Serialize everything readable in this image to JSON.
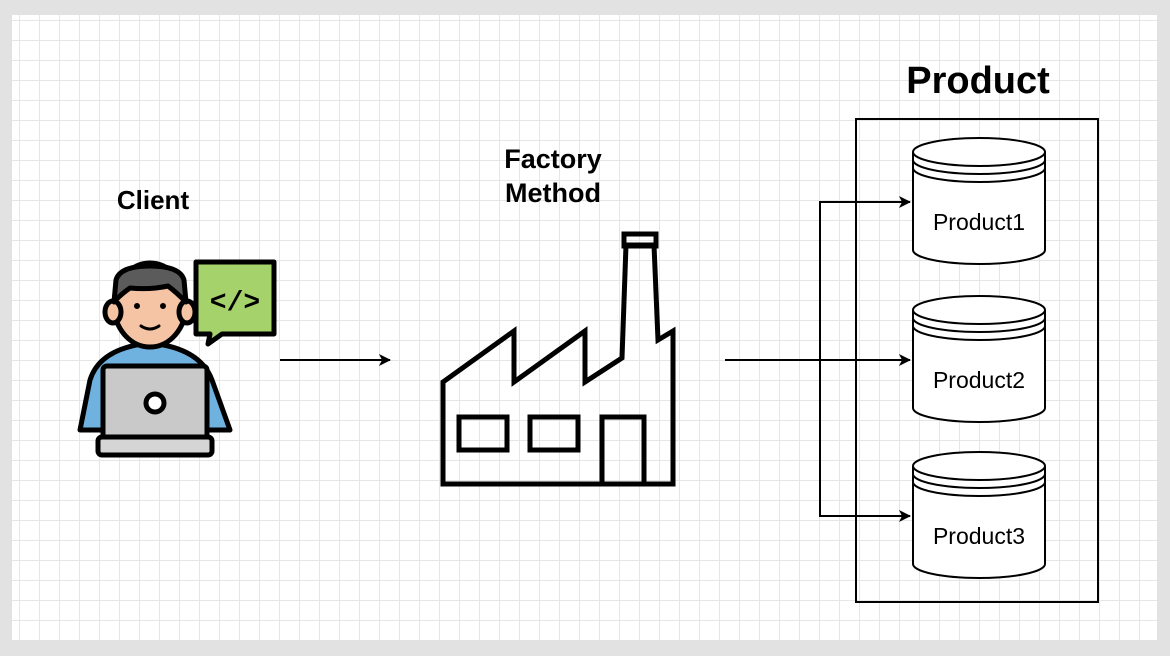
{
  "client": {
    "label": "Client",
    "icon": "developer-laptop-icon",
    "bubble_text": "</>"
  },
  "factory": {
    "label": "Factory Method",
    "label_line1": "Factory",
    "label_line2": "Method",
    "icon": "factory-icon"
  },
  "product_group": {
    "title": "Product",
    "items": [
      {
        "label": "Product1",
        "icon": "database-cylinder-icon"
      },
      {
        "label": "Product2",
        "icon": "database-cylinder-icon"
      },
      {
        "label": "Product3",
        "icon": "database-cylinder-icon"
      }
    ]
  },
  "colors": {
    "skin": "#f5c4a4",
    "hair": "#5b5b5b",
    "shirt": "#6fb2e0",
    "laptop": "#c9c9c9",
    "code_bubble": "#a5d26b",
    "outline": "#000000"
  }
}
